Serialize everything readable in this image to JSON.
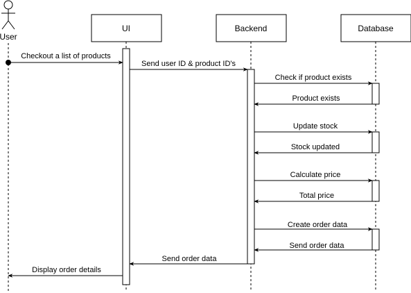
{
  "actor": {
    "label": "User"
  },
  "participants": [
    {
      "key": "ui",
      "label": "UI"
    },
    {
      "key": "backend",
      "label": "Backend"
    },
    {
      "key": "database",
      "label": "Database"
    }
  ],
  "messages": [
    {
      "from": "user",
      "to": "ui",
      "label": "Checkout a list of products"
    },
    {
      "from": "ui",
      "to": "backend",
      "label": "Send user ID & product ID's"
    },
    {
      "from": "backend",
      "to": "database",
      "label": "Check if product exists"
    },
    {
      "from": "database",
      "to": "backend",
      "label": "Product exists"
    },
    {
      "from": "backend",
      "to": "database",
      "label": "Update stock"
    },
    {
      "from": "database",
      "to": "backend",
      "label": "Stock updated"
    },
    {
      "from": "backend",
      "to": "database",
      "label": "Calculate price"
    },
    {
      "from": "database",
      "to": "backend",
      "label": "Total price"
    },
    {
      "from": "backend",
      "to": "database",
      "label": "Create order data"
    },
    {
      "from": "database",
      "to": "backend",
      "label": "Send order data"
    },
    {
      "from": "backend",
      "to": "ui",
      "label": "Send order data"
    },
    {
      "from": "ui",
      "to": "user",
      "label": "Display order details"
    }
  ]
}
